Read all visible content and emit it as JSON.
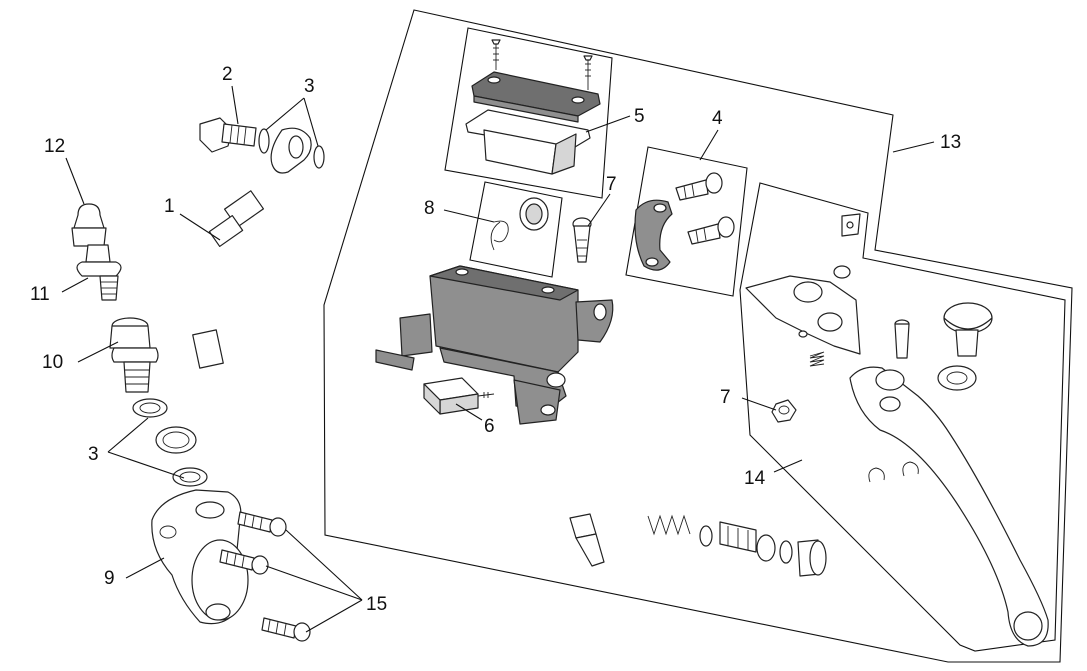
{
  "callouts": [
    {
      "id": "c1",
      "text": "1"
    },
    {
      "id": "c2",
      "text": "2"
    },
    {
      "id": "c3a",
      "text": "3"
    },
    {
      "id": "c3b",
      "text": "3"
    },
    {
      "id": "c4",
      "text": "4"
    },
    {
      "id": "c5",
      "text": "5"
    },
    {
      "id": "c6",
      "text": "6"
    },
    {
      "id": "c7a",
      "text": "7"
    },
    {
      "id": "c7b",
      "text": "7"
    },
    {
      "id": "c8",
      "text": "8"
    },
    {
      "id": "c9",
      "text": "9"
    },
    {
      "id": "c10",
      "text": "10"
    },
    {
      "id": "c11",
      "text": "11"
    },
    {
      "id": "c12",
      "text": "12"
    },
    {
      "id": "c13",
      "text": "13"
    },
    {
      "id": "c14",
      "text": "14"
    },
    {
      "id": "c15",
      "text": "15"
    }
  ],
  "colors": {
    "line": "#111111",
    "housing": "#8f8f8f",
    "cap": "#6f6f6f",
    "background": "#ffffff"
  }
}
